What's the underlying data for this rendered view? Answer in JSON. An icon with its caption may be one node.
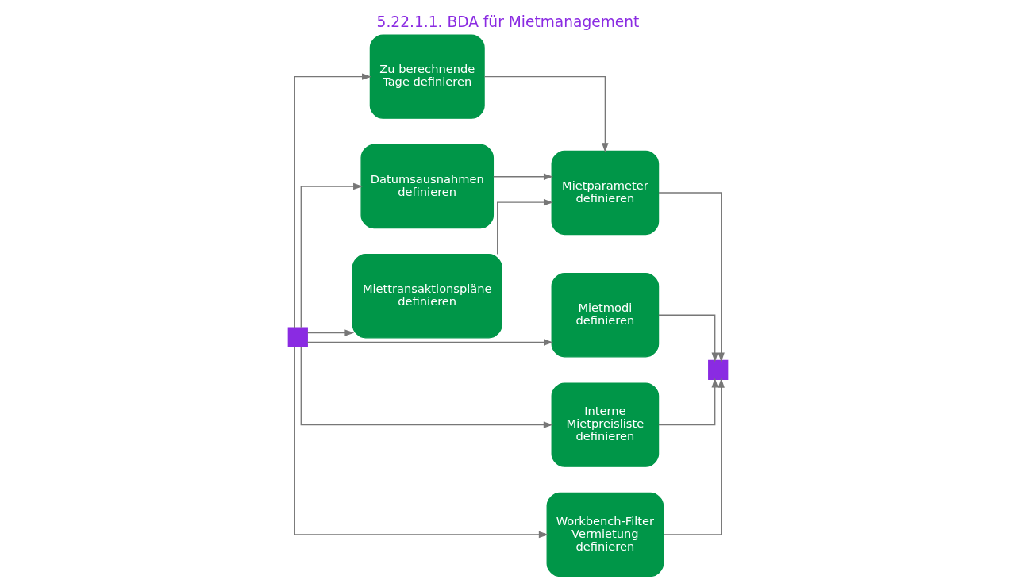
{
  "diagram": {
    "title": "5.22.1.1. BDA für Mietmanagement",
    "nodes": [
      {
        "text": [],
        "shape": "box"
      },
      {
        "text": [
          "Zu berechnende Tage definieren"
        ]
      },
      {
        "text": [
          "Datumsausnahmen definieren"
        ]
      },
      {
        "text": [
          "Miettransaktionspläne definieren"
        ]
      },
      {
        "text": [
          "Mietparameter definieren"
        ]
      },
      {
        "text": [
          "Mietmodi definieren"
        ]
      },
      {
        "text": [
          "Interne Mietpreisliste definieren"
        ]
      },
      {
        "text": [
          "Workbench-Filter Vermietung definieren"
        ]
      },
      {
        "text": [],
        "shape": "box"
      }
    ],
    "edges": [
      {
        "from": 0,
        "to": 1,
        "arrow": "to"
      },
      {
        "from": 0,
        "to": 2,
        "arrow": "to"
      },
      {
        "from": 0,
        "to": 3,
        "arrow": "to"
      },
      {
        "from": 0,
        "to": 5,
        "arrow": "to"
      },
      {
        "from": 0,
        "to": 6,
        "arrow": "to"
      },
      {
        "from": 0,
        "to": 7,
        "arrow": "to"
      },
      {
        "from": 1,
        "to": 4,
        "arrow": "to"
      },
      {
        "from": 2,
        "to": 4,
        "arrow": "to"
      },
      {
        "from": 3,
        "to": 4,
        "arrow": "to"
      },
      {
        "from": 4,
        "to": 8,
        "arrow": "to"
      },
      {
        "from": 5,
        "to": 8,
        "arrow": "to"
      },
      {
        "from": 6,
        "to": 8,
        "arrow": "to"
      },
      {
        "from": 7,
        "to": 8,
        "arrow": "to"
      }
    ]
  }
}
